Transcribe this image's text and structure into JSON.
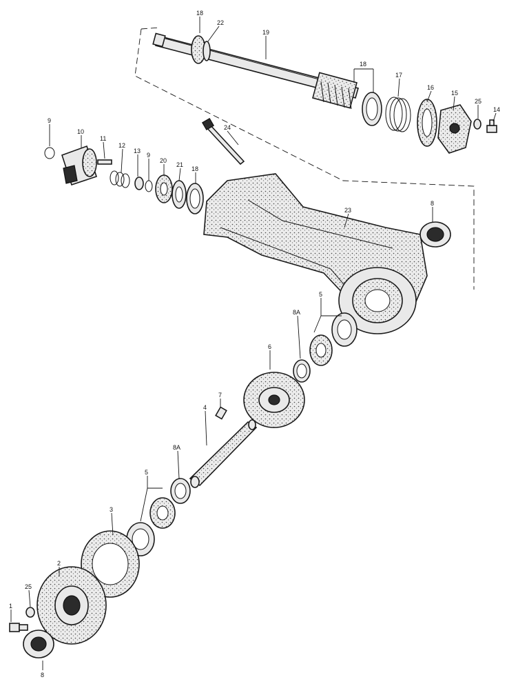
{
  "callouts": {
    "c18_top": "18",
    "c22": "22",
    "c19": "19",
    "c18_mid": "18",
    "c17": "17",
    "c16": "16",
    "c15": "15",
    "c25_top": "25",
    "c14": "14",
    "c9_left": "9",
    "c10": "10",
    "c11": "11",
    "c12": "12",
    "c13": "13",
    "c9_mid": "9",
    "c20": "20",
    "c21": "21",
    "c18_left": "18",
    "c24": "24",
    "c23": "23",
    "c8_right": "8",
    "c5_upper": "5",
    "c8A_upper": "8A",
    "c6": "6",
    "c7": "7",
    "c4": "4",
    "c8A_lower": "8A",
    "c5_lower": "5",
    "c3": "3",
    "c2": "2",
    "c25_bottom": "25",
    "c1": "1",
    "c8_bottom": "8"
  }
}
